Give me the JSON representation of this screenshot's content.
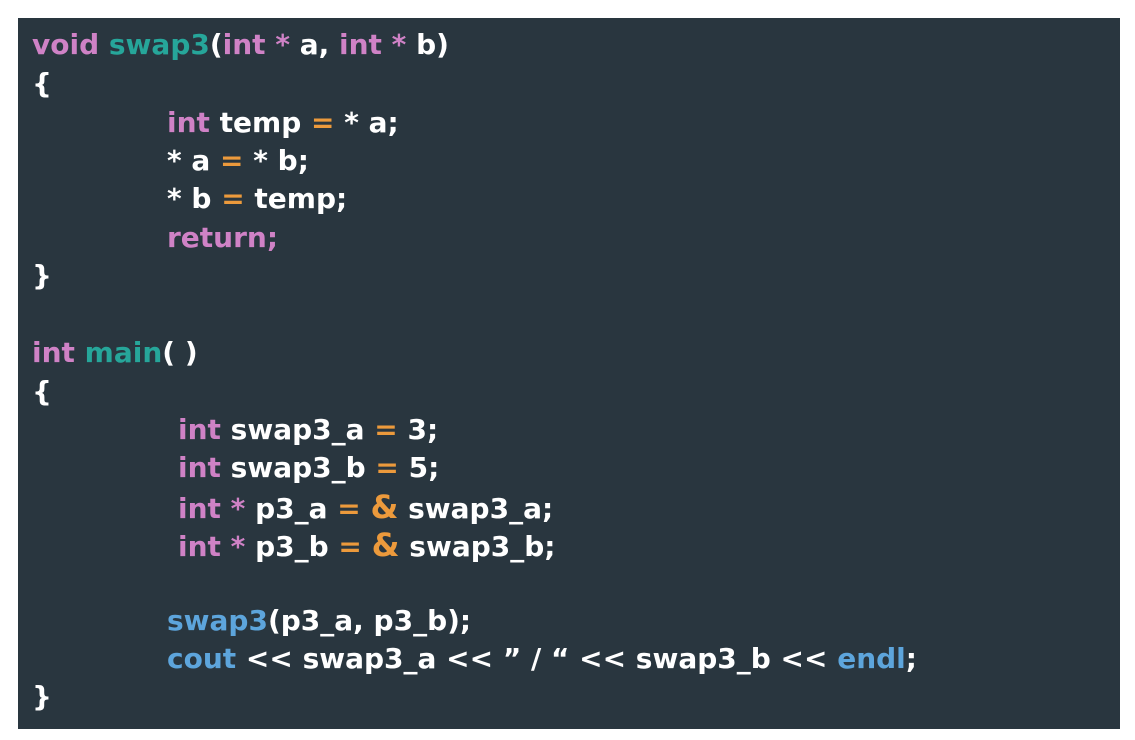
{
  "lines": [
    [
      {
        "t": "void",
        "c": "kw"
      },
      {
        "t": " ",
        "c": "pl"
      },
      {
        "t": "swap3",
        "c": "fn"
      },
      {
        "t": "(",
        "c": "pl"
      },
      {
        "t": "int",
        "c": "kw"
      },
      {
        "t": " ",
        "c": "pl"
      },
      {
        "t": "*",
        "c": "kw"
      },
      {
        "t": " a, ",
        "c": "pl"
      },
      {
        "t": "int",
        "c": "kw"
      },
      {
        "t": " ",
        "c": "pl"
      },
      {
        "t": "*",
        "c": "kw"
      },
      {
        "t": " b)",
        "c": "pl"
      }
    ],
    [
      {
        "t": "{",
        "c": "pl"
      }
    ],
    [
      {
        "t": "int",
        "c": "kw"
      },
      {
        "t": " temp ",
        "c": "pl"
      },
      {
        "t": "=",
        "c": "op"
      },
      {
        "t": " * a;",
        "c": "pl"
      }
    ],
    [
      {
        "t": "* a ",
        "c": "pl"
      },
      {
        "t": "=",
        "c": "op"
      },
      {
        "t": " * b;",
        "c": "pl"
      }
    ],
    [
      {
        "t": "* b ",
        "c": "pl"
      },
      {
        "t": "=",
        "c": "op"
      },
      {
        "t": " temp;",
        "c": "pl"
      }
    ],
    [
      {
        "t": "return;",
        "c": "kw"
      }
    ],
    [
      {
        "t": "}",
        "c": "pl"
      }
    ],
    [
      {
        "t": "int",
        "c": "kw"
      },
      {
        "t": " ",
        "c": "pl"
      },
      {
        "t": "main",
        "c": "fn"
      },
      {
        "t": "( )",
        "c": "pl"
      }
    ],
    [
      {
        "t": "{",
        "c": "pl"
      }
    ],
    [
      {
        "t": "int",
        "c": "kw"
      },
      {
        "t": " swap3_a ",
        "c": "pl"
      },
      {
        "t": "=",
        "c": "op"
      },
      {
        "t": " 3;",
        "c": "pl"
      }
    ],
    [
      {
        "t": "int",
        "c": "kw"
      },
      {
        "t": " swap3_b ",
        "c": "pl"
      },
      {
        "t": "=",
        "c": "op"
      },
      {
        "t": " 5;",
        "c": "pl"
      }
    ],
    [
      {
        "t": "int",
        "c": "kw"
      },
      {
        "t": " ",
        "c": "pl"
      },
      {
        "t": "*",
        "c": "kw"
      },
      {
        "t": " p3_a ",
        "c": "pl"
      },
      {
        "t": "=",
        "c": "op"
      },
      {
        "t": " ",
        "c": "pl"
      },
      {
        "t": "&",
        "c": "amp"
      },
      {
        "t": " swap3_a;",
        "c": "pl"
      }
    ],
    [
      {
        "t": "int",
        "c": "kw"
      },
      {
        "t": " ",
        "c": "pl"
      },
      {
        "t": "*",
        "c": "kw"
      },
      {
        "t": " p3_b ",
        "c": "pl"
      },
      {
        "t": "=",
        "c": "op"
      },
      {
        "t": " ",
        "c": "pl"
      },
      {
        "t": "&",
        "c": "amp"
      },
      {
        "t": " swap3_b;",
        "c": "pl"
      }
    ],
    [
      {
        "t": "swap3",
        "c": "lib"
      },
      {
        "t": "(p3_a, p3_b);",
        "c": "pl"
      }
    ],
    [
      {
        "t": "cout",
        "c": "lib"
      },
      {
        "t": " << swap3_a << ” / “ << swap3_b << ",
        "c": "pl"
      },
      {
        "t": "endl",
        "c": "lib"
      },
      {
        "t": ";",
        "c": "pl"
      }
    ],
    [
      {
        "t": "}",
        "c": "pl"
      }
    ]
  ],
  "colors": {
    "panel_bg": "#29363f",
    "plain": "#ffffff",
    "keyword": "#cf82c6",
    "function": "#26a69a",
    "operator": "#ec9a3c",
    "library": "#5da5dc"
  }
}
